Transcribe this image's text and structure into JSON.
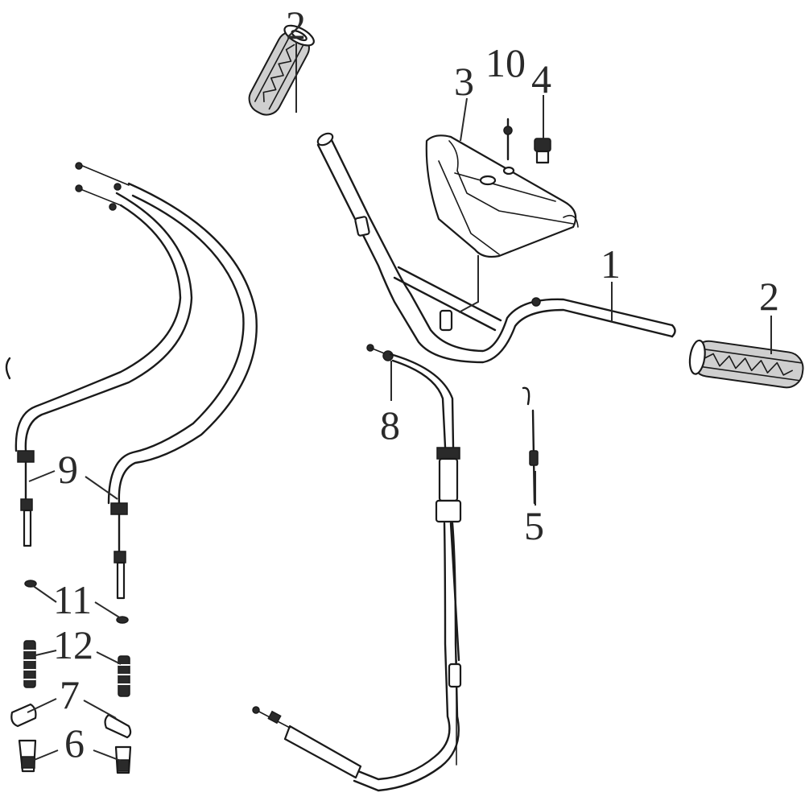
{
  "diagram": {
    "callouts": [
      {
        "id": "c2a",
        "label": "2"
      },
      {
        "id": "c10",
        "label": "10"
      },
      {
        "id": "c4",
        "label": "4"
      },
      {
        "id": "c3",
        "label": "3"
      },
      {
        "id": "c1",
        "label": "1"
      },
      {
        "id": "c2b",
        "label": "2"
      },
      {
        "id": "c8",
        "label": "8"
      },
      {
        "id": "c5",
        "label": "5"
      },
      {
        "id": "c9",
        "label": "9"
      },
      {
        "id": "c11",
        "label": "11"
      },
      {
        "id": "c12",
        "label": "12"
      },
      {
        "id": "c7",
        "label": "7"
      },
      {
        "id": "c6",
        "label": "6"
      }
    ],
    "parts": [
      {
        "name": "handlebar",
        "callout": "1"
      },
      {
        "name": "grip",
        "callout": "2"
      },
      {
        "name": "handlebar-cover",
        "callout": "3"
      },
      {
        "name": "fastener",
        "callout": "4"
      },
      {
        "name": "small-cable",
        "callout": "5"
      },
      {
        "name": "sleeve",
        "callout": "6"
      },
      {
        "name": "boot",
        "callout": "7"
      },
      {
        "name": "throttle-cable",
        "callout": "8"
      },
      {
        "name": "brake-cables",
        "callout": "9"
      },
      {
        "name": "screw",
        "callout": "10"
      },
      {
        "name": "nut",
        "callout": "11"
      },
      {
        "name": "spring",
        "callout": "12"
      }
    ]
  }
}
